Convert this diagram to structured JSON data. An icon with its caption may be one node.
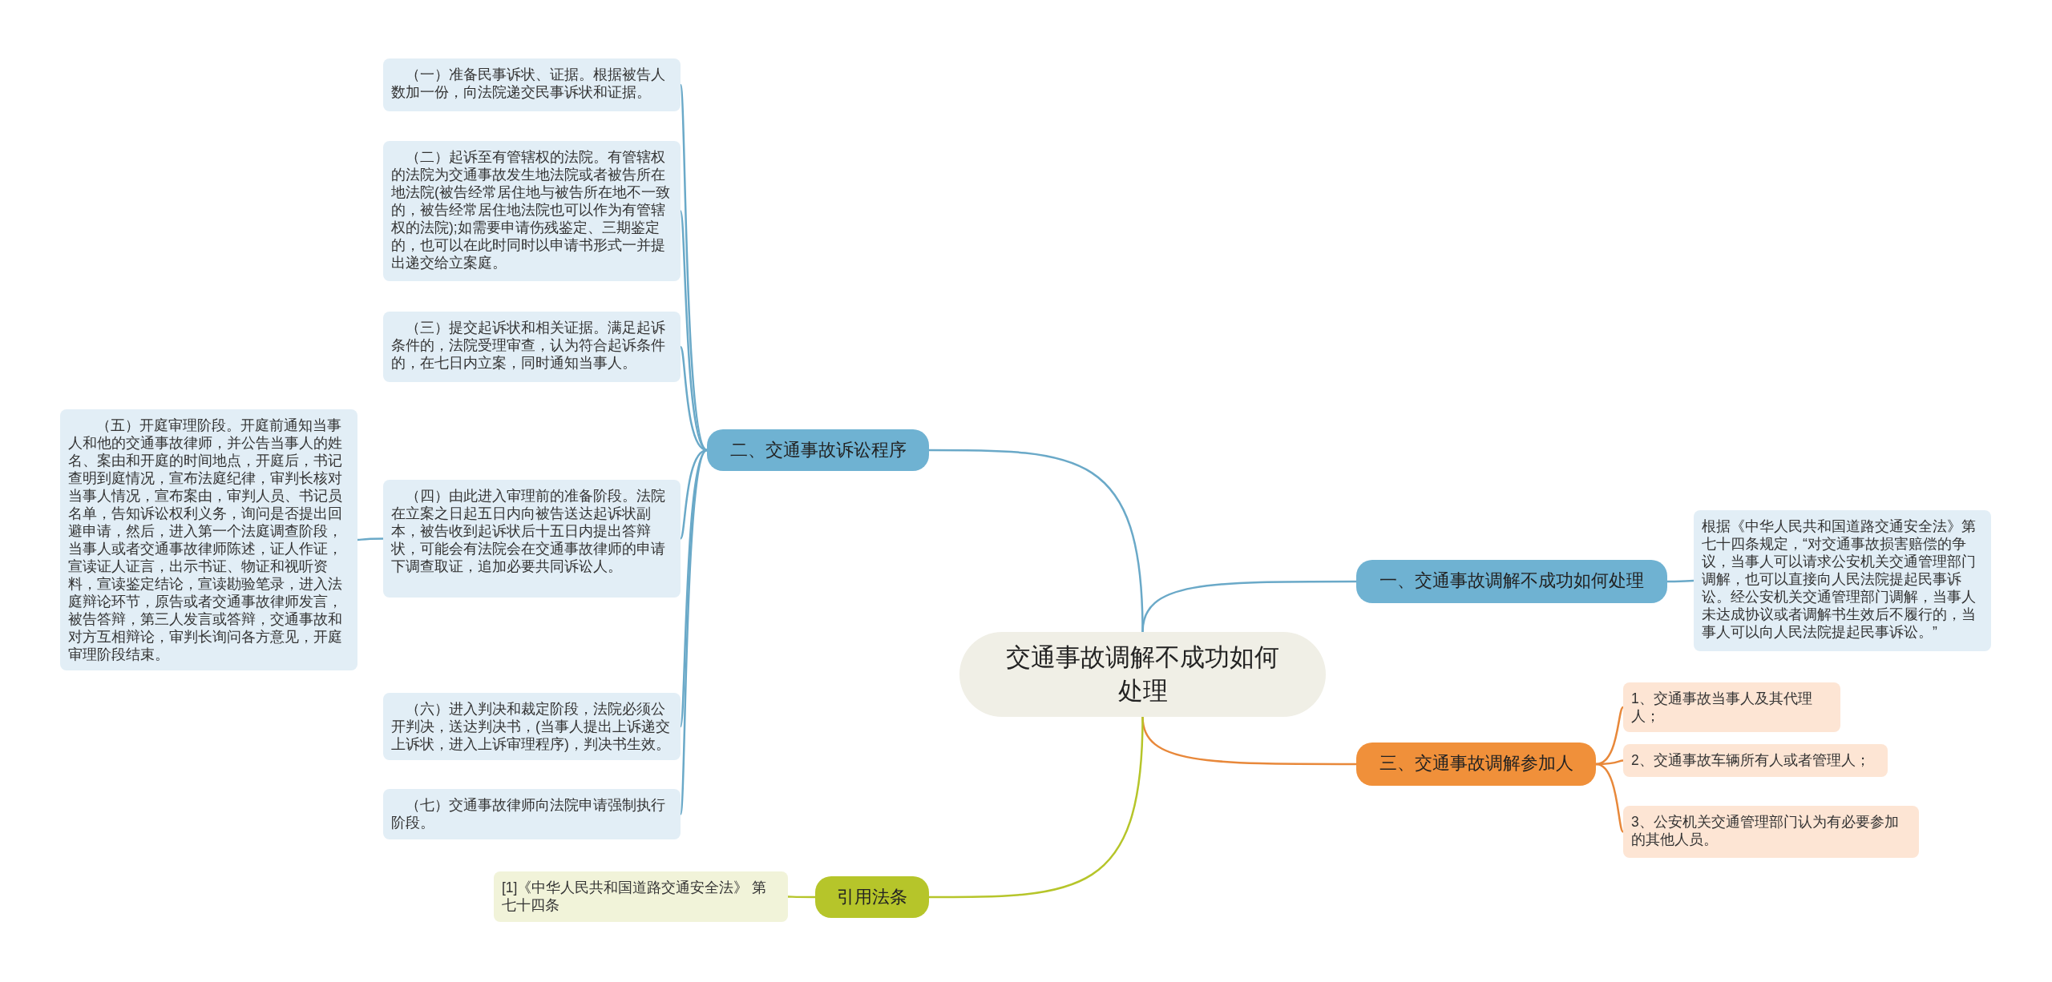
{
  "diagram": {
    "nodes": [
      {
        "text": [
          "交通事故调解不成功如何处理"
        ]
      },
      {
        "text": [
          "一、交通事故调解不成功如何处理"
        ]
      },
      {
        "text": [
          "根据《中华人民共和国道路交通安全法》第七十四条规定，“对交通事故损害赔偿的争议，当事人可以请求公安机关交通管理部门调解，也可以直接向人民法院提起民事诉讼。经公安机关交通管理部门调解，当事人未达成协议或者调解书生效后不履行的，当事人可以向人民法院提起民事诉讼。”"
        ]
      },
      {
        "text": [
          "三、交通事故调解参加人"
        ]
      },
      {
        "text": [
          "1、交通事故当事人及其代理人；"
        ]
      },
      {
        "text": [
          "2、交通事故车辆所有人或者管理人；"
        ]
      },
      {
        "text": [
          "3、公安机关交通管理部门认为有必要参加的其他人员。"
        ]
      },
      {
        "text": [
          "二、交通事故诉讼程序"
        ]
      },
      {
        "text": [
          "（一）准备民事诉状、证据。根据被告人数加一份，向法院递交民事诉状和证据。"
        ]
      },
      {
        "text": [
          "（二）起诉至有管辖权的法院。有管辖权的法院为交通事故发生地法院或者被告所在地法院(被告经常居住地与被告所在地不一致的，被告经常居住地法院也可以作为有管辖权的法院);如需要申请伤残鉴定、三期鉴定的，也可以在此时同时以申请书形式一并提出递交给立案庭。"
        ]
      },
      {
        "text": [
          "（三）提交起诉状和相关证据。满足起诉条件的，法院受理审查，认为符合起诉条件的，在七日内立案，同时通知当事人。"
        ]
      },
      {
        "text": [
          "（四）由此进入审理前的准备阶段。法院在立案之日起五日内向被告送达起诉状副本，被告收到起诉状后十五日内提出答辩状，可能会有法院会在交通事故律师的申请下调查取证，追加必要共同诉讼人。"
        ]
      },
      {
        "text": [
          "（五）开庭审理阶段。开庭前通知当事人和他的交通事故律师，并公告当事人的姓名、案由和开庭的时间地点，开庭后，书记查明到庭情况，宣布法庭纪律，审判长核对当事人情况，宣布案由，审判人员、书记员名单，告知诉讼权利义务，询问是否提出回避申请，然后，进入第一个法庭调查阶段，当事人或者交通事故律师陈述，证人作证，宣读证人证言，出示书证、物证和视听资料，宣读鉴定结论，宣读勘验笔录，进入法庭辩论环节，原告或者交通事故律师发言，被告答辩，第三人发言或答辩，交通事故和对方互相辩论，审判长询问各方意见，开庭审理阶段结束。"
        ]
      },
      {
        "text": [
          "（六）进入判决和裁定阶段，法院必须公开判决，送达判决书，(当事人提出上诉递交上诉状，进入上诉审理程序)，判决书生效。"
        ]
      },
      {
        "text": [
          "（七）交通事故律师向法院申请强制执行阶段。"
        ]
      },
      {
        "text": [
          "引用法条"
        ]
      },
      {
        "text": [
          "[1]《中华人民共和国道路交通安全法》 第七十四条"
        ]
      }
    ],
    "edges": [
      {
        "from": 0,
        "to": 1,
        "arrow": "none"
      },
      {
        "from": 1,
        "to": 2,
        "arrow": "none"
      },
      {
        "from": 0,
        "to": 3,
        "arrow": "none",
        "color": "#e8883a"
      },
      {
        "from": 3,
        "to": 4,
        "arrow": "none",
        "color": "#e8883a"
      },
      {
        "from": 3,
        "to": 5,
        "arrow": "none",
        "color": "#e8883a"
      },
      {
        "from": 3,
        "to": 6,
        "arrow": "none",
        "color": "#e8883a"
      },
      {
        "from": 0,
        "to": 7,
        "arrow": "none"
      },
      {
        "from": 7,
        "to": 8,
        "arrow": "none"
      },
      {
        "from": 7,
        "to": 9,
        "arrow": "none"
      },
      {
        "from": 7,
        "to": 10,
        "arrow": "none"
      },
      {
        "from": 7,
        "to": 11,
        "arrow": "none"
      },
      {
        "from": 11,
        "to": 12,
        "arrow": "none"
      },
      {
        "from": 7,
        "to": 13,
        "arrow": "none"
      },
      {
        "from": 7,
        "to": 14,
        "arrow": "none"
      },
      {
        "from": 0,
        "to": 15,
        "arrow": "none",
        "color": "#b6c52a"
      },
      {
        "from": 15,
        "to": 16,
        "arrow": "none",
        "color": "#b6c52a"
      }
    ]
  }
}
